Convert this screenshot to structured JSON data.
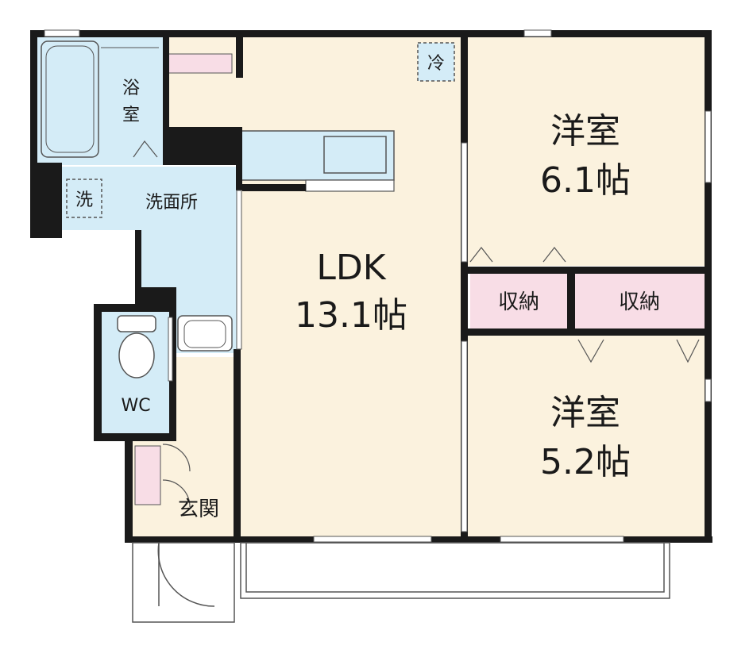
{
  "rooms": {
    "bath": {
      "label_line1": "浴",
      "label_line2": "室"
    },
    "washroom": {
      "label": "洗面所"
    },
    "washer": {
      "label": "洗"
    },
    "fridge": {
      "label": "冷"
    },
    "ldk": {
      "name": "LDK",
      "size": "13.1帖"
    },
    "western_a": {
      "name": "洋室",
      "size": "6.1帖"
    },
    "western_b": {
      "name": "洋室",
      "size": "5.2帖"
    },
    "storage_a": {
      "label": "収納"
    },
    "storage_b": {
      "label": "収納"
    },
    "wc": {
      "label": "WC"
    },
    "entrance": {
      "label": "玄関"
    }
  },
  "colors": {
    "wall": "#1a1a1a",
    "floor_main": "#fbf2de",
    "wet_area": "#d4ecf7",
    "storage_pink": "#f8dde6",
    "outline": "#555555"
  }
}
